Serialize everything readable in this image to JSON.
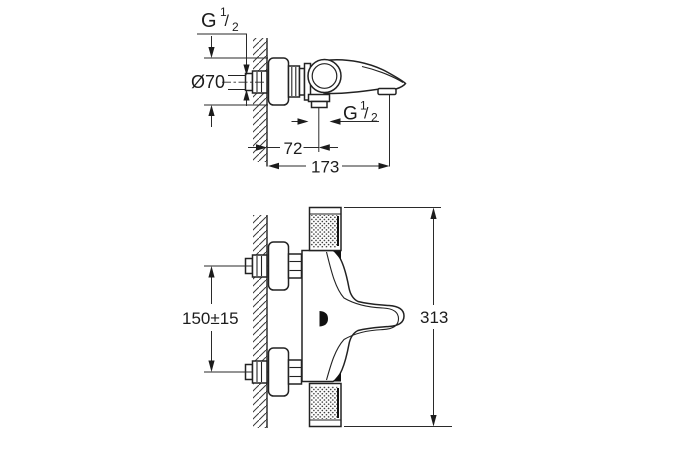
{
  "drawing": {
    "description": "Wall-mounted thermostatic bath mixer installation dimension drawing, two views, black line art on white",
    "colors": {
      "line": "#222222",
      "dimension_text": "#1c1c1c",
      "background": "#ffffff",
      "fill_black": "#111111"
    },
    "top_view": {
      "name": "side profile view",
      "labels": {
        "inlet_thread": {
          "base": "G",
          "fraction_numerator": "1",
          "fraction_slash": "/",
          "fraction_denominator": "2"
        },
        "escutcheon_diameter": "Ø70",
        "outlet_thread": {
          "base": "G",
          "fraction_numerator": "1",
          "fraction_slash": "/",
          "fraction_denominator": "2"
        },
        "wall_to_shower_outlet": "72",
        "wall_to_spout_outlet": "173"
      }
    },
    "lower_view": {
      "name": "plan view",
      "labels": {
        "supply_spacing": "150±15",
        "overall_width": "313"
      }
    }
  }
}
